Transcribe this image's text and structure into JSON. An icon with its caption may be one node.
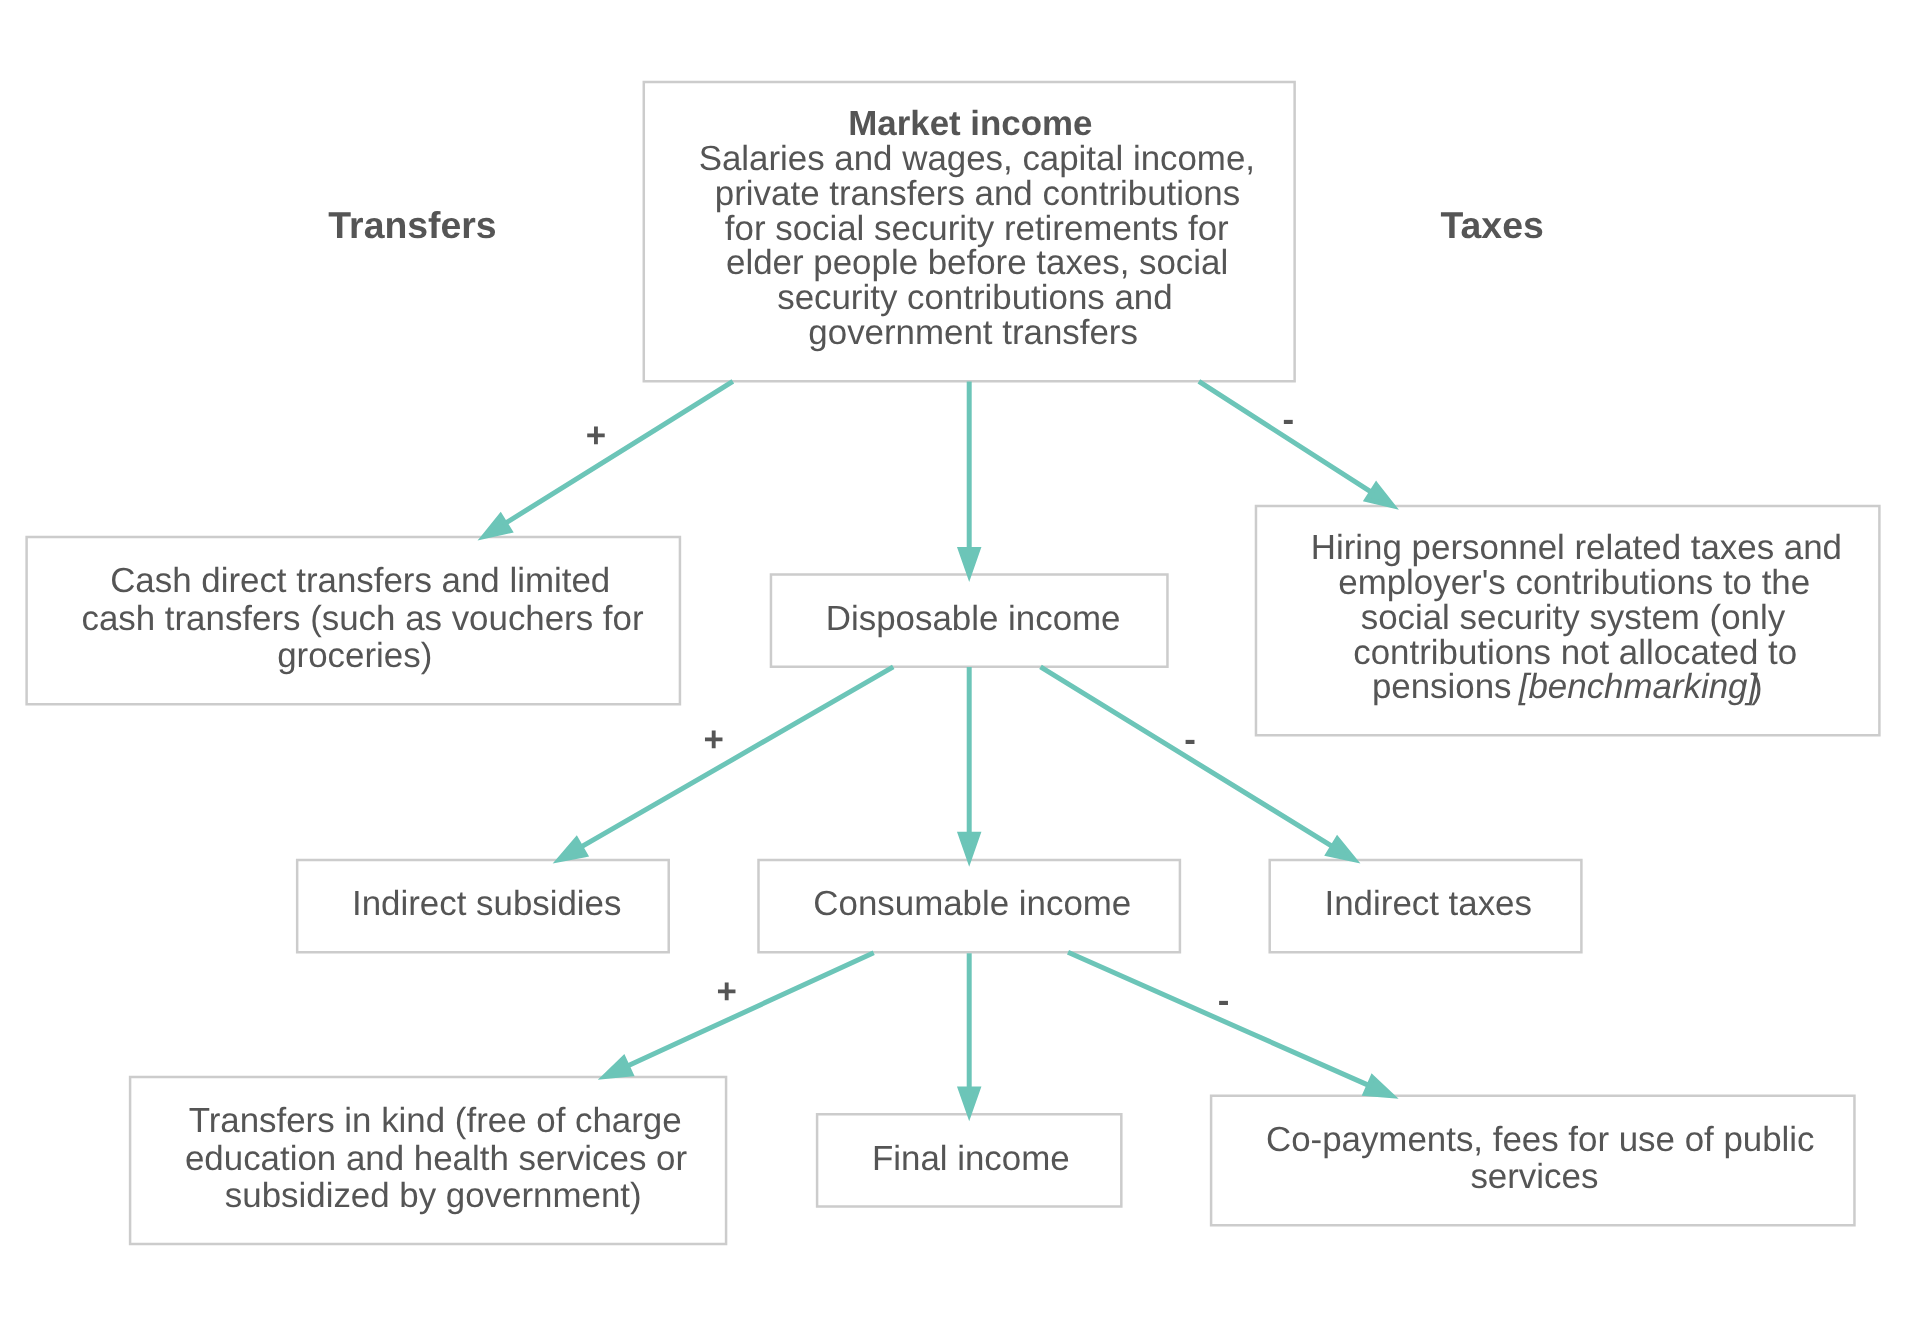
{
  "diagram": {
    "nodes": [
      {
        "text": [
          "Market income",
          "Salaries and wages, capital income, private transfers and contributions for social security retirements for elder people before taxes, social security contributions and government transfers"
        ]
      },
      {
        "text": [
          "Cash direct transfers and limited cash transfers (such as vouchers for groceries)"
        ]
      },
      {
        "text": [
          "Hiring personnel related taxes and employer's contributions to the social security system (only contributions not allocated to pensions *[benchmarking]*)"
        ]
      },
      {
        "text": [
          "Disposable income"
        ]
      },
      {
        "text": [
          "Indirect subsidies"
        ]
      },
      {
        "text": [
          "Indirect taxes"
        ]
      },
      {
        "text": [
          "Consumable income"
        ]
      },
      {
        "text": [
          "Transfers in kind (free of charge education and health services or subsidized by government)"
        ]
      },
      {
        "text": [
          "Co-payments, fees for use of public services"
        ]
      },
      {
        "text": [
          "Final income"
        ]
      }
    ],
    "edges": [
      {
        "from": 0,
        "to": 1,
        "arrow": "to",
        "label": "+"
      },
      {
        "from": 0,
        "to": 2,
        "arrow": "to",
        "label": "-"
      },
      {
        "from": 0,
        "to": 3,
        "arrow": "to"
      },
      {
        "from": 3,
        "to": 4,
        "arrow": "to",
        "label": "+"
      },
      {
        "from": 3,
        "to": 5,
        "arrow": "to",
        "label": "-"
      },
      {
        "from": 3,
        "to": 6,
        "arrow": "to"
      },
      {
        "from": 6,
        "to": 7,
        "arrow": "to",
        "label": "+"
      },
      {
        "from": 6,
        "to": 8,
        "arrow": "to",
        "label": "-"
      },
      {
        "from": 6,
        "to": 9,
        "arrow": "to"
      }
    ],
    "labels": [
      "Transfers",
      "Taxes"
    ]
  }
}
